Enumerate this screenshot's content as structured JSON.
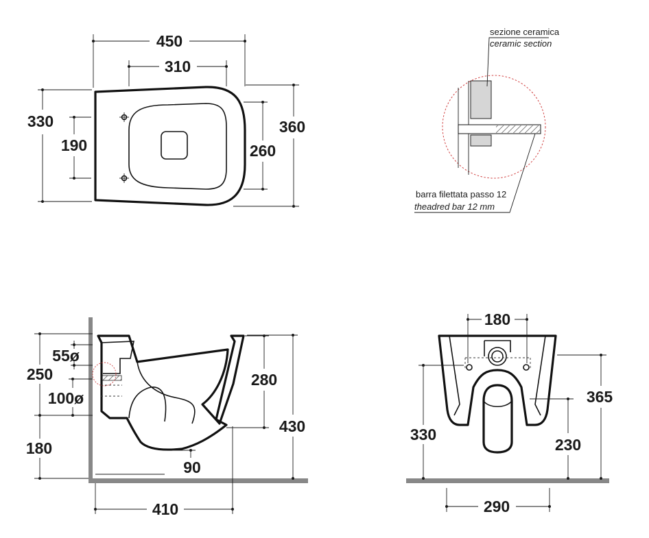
{
  "top_view": {
    "width_total": "450",
    "width_fix": "310",
    "depth_left": "330",
    "holes_spacing": "190",
    "inner_depth": "260",
    "depth_right": "360"
  },
  "detail": {
    "section_label_it": "sezione ceramica",
    "section_label_en": "ceramic section",
    "bar_label_it": "barra filettata passo 12",
    "bar_label_en": "theadred bar 12 mm"
  },
  "side_view": {
    "drain_diameter": "55ø",
    "height_upper": "250",
    "inlet_diameter": "100ø",
    "height_lower": "180",
    "bowl_height": "280",
    "total_height": "430",
    "outlet_offset": "90",
    "projection": "410"
  },
  "front_view": {
    "top_spacing": "180",
    "height_left": "330",
    "height_right": "365",
    "outlet_height": "230",
    "base_width": "290"
  },
  "colors": {
    "floor": "#888888",
    "wall": "#888888",
    "hatch": "#555555",
    "detail_circle": "#d04040",
    "section_fill": "#d6d6d6"
  }
}
